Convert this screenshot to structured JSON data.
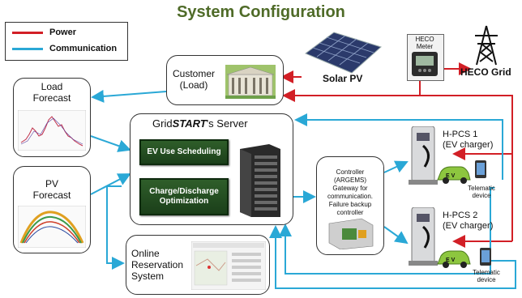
{
  "title": "System Configuration",
  "legend": {
    "power": "Power",
    "communication": "Communication"
  },
  "colors": {
    "power": "#d21f26",
    "communication": "#2aa8d6",
    "button": "#2f5e2a",
    "title": "#4f6b28"
  },
  "customer": {
    "line1": "Customer",
    "line2": "(Load)"
  },
  "solar": "Solar PV",
  "heco_meter": {
    "line1": "HECO",
    "line2": "Meter"
  },
  "heco_grid": "HECO Grid",
  "load_forecast": {
    "line1": "Load",
    "line2": "Forecast"
  },
  "pv_forecast": {
    "line1": "PV",
    "line2": "Forecast"
  },
  "server": {
    "title_prefix": "Grid",
    "title_em": "START",
    "title_suffix": "'s Server"
  },
  "buttons": {
    "ev_scheduling": "EV Use Scheduling",
    "charge_discharge": "Charge/Discharge Optimization"
  },
  "controller": {
    "l1": "Controller",
    "l2": "(ARGEMS)",
    "l3": "Gateway for",
    "l4": "communication.",
    "l5": "Failure backup",
    "l6": "controller"
  },
  "hpcs1": {
    "l1": "H-PCS 1",
    "l2": "(EV charger)"
  },
  "hpcs2": {
    "l1": "H-PCS 2",
    "l2": "(EV charger)"
  },
  "telematic": {
    "l1": "Telematic",
    "l2": "device"
  },
  "ev_label": "E V",
  "online": {
    "l1": "Online",
    "l2": "Reservation",
    "l3": "System"
  }
}
